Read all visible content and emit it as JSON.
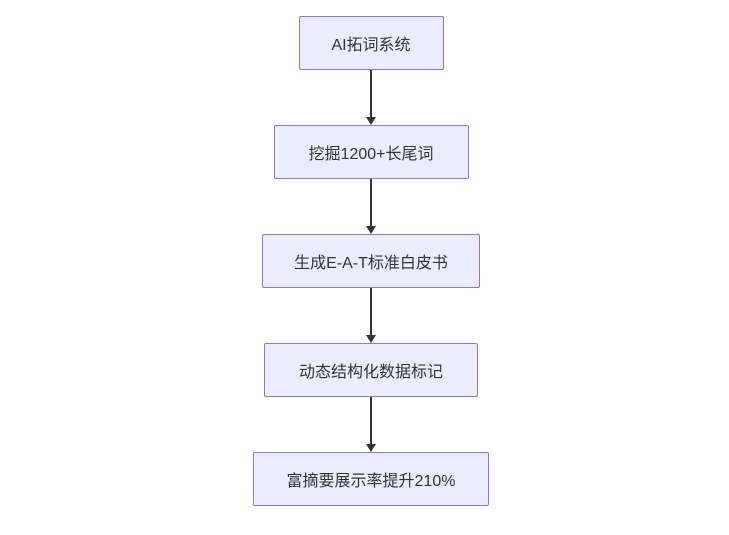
{
  "flowchart": {
    "type": "flowchart",
    "direction": "top-to-bottom",
    "nodes": [
      {
        "id": "n1",
        "label": "AI拓词系统"
      },
      {
        "id": "n2",
        "label": "挖掘1200+长尾词"
      },
      {
        "id": "n3",
        "label": "生成E-A-T标准白皮书"
      },
      {
        "id": "n4",
        "label": "动态结构化数据标记"
      },
      {
        "id": "n5",
        "label": "富摘要展示率提升210%"
      }
    ],
    "edges": [
      {
        "from": "n1",
        "to": "n2"
      },
      {
        "from": "n2",
        "to": "n3"
      },
      {
        "from": "n3",
        "to": "n4"
      },
      {
        "from": "n4",
        "to": "n5"
      }
    ],
    "colors": {
      "node_fill": "#ECECFF",
      "node_border": "#9370DB",
      "node_text": "#333333",
      "arrow": "#333333",
      "background": "#FFFFFF"
    }
  }
}
